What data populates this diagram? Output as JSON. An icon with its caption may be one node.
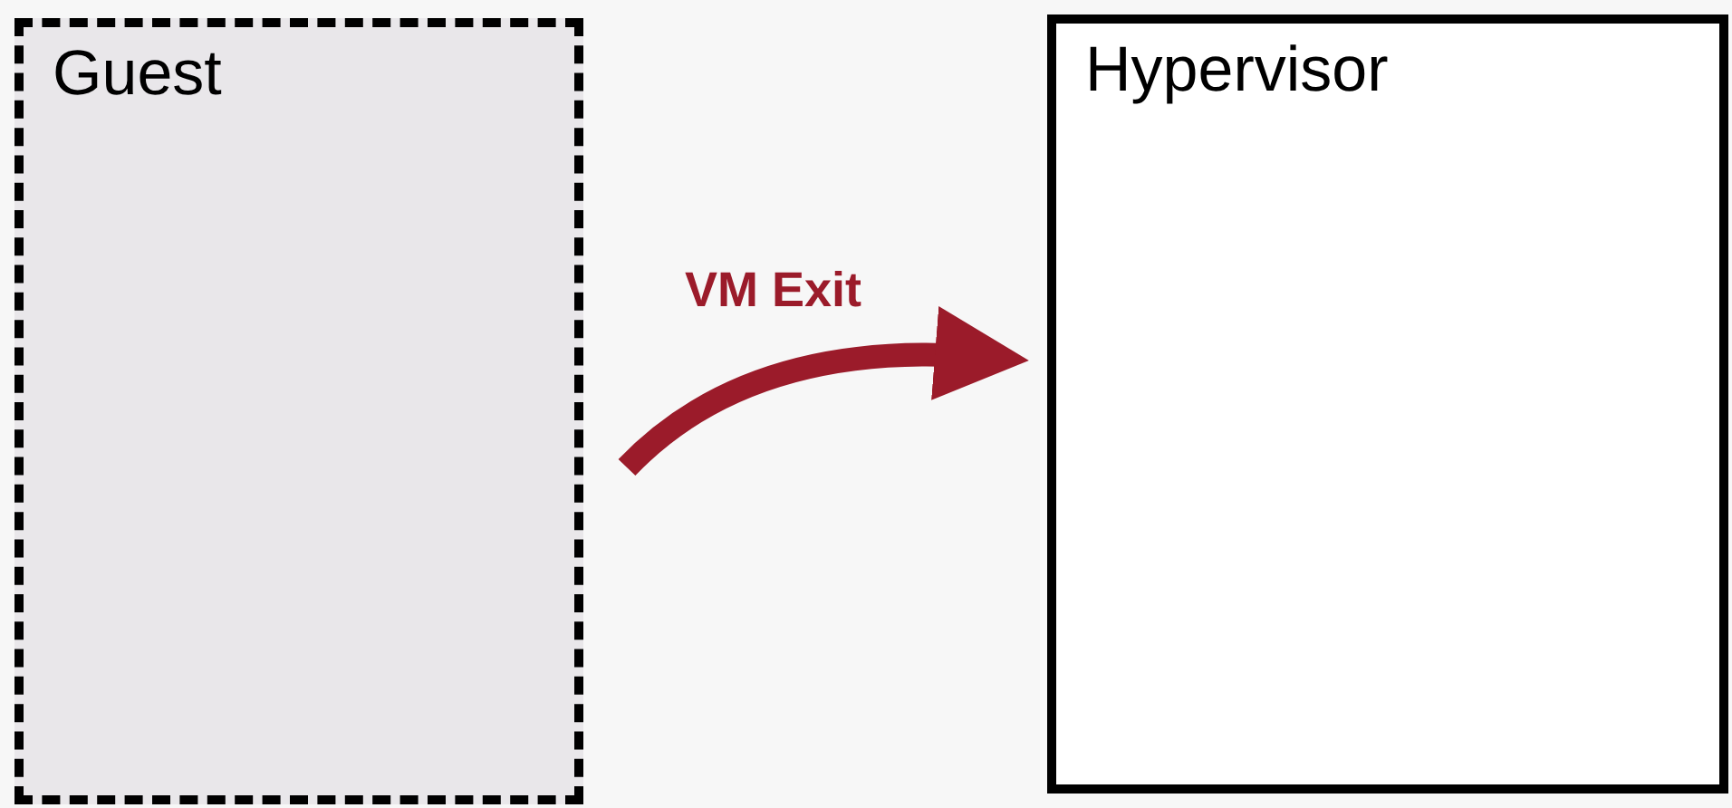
{
  "diagram": {
    "nodes": [
      {
        "text": [
          "Guest"
        ]
      },
      {
        "text": [
          "Hypervisor"
        ]
      }
    ],
    "edges": [
      {
        "from": 0,
        "to": 1,
        "arrow": "to",
        "label": "VM Exit",
        "color": "#9b1b2a"
      }
    ]
  }
}
